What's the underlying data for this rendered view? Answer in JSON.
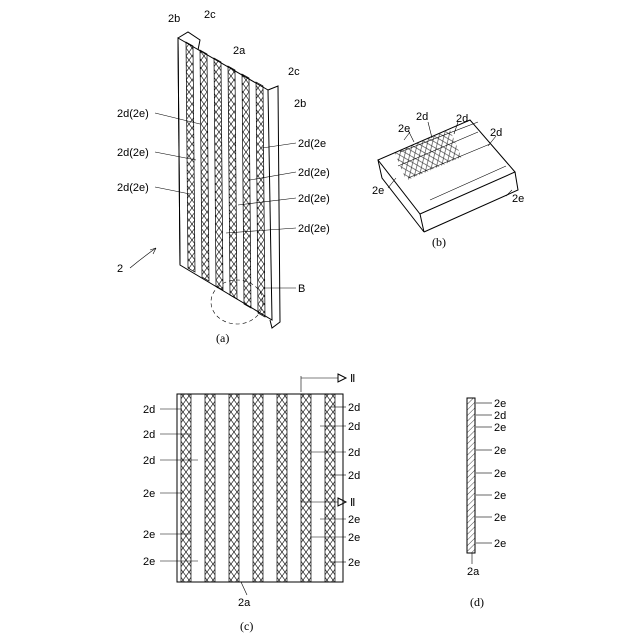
{
  "fig_a": {
    "caption": "(a)",
    "labels": {
      "top_2b": "2b",
      "top_2c": "2c",
      "mid_2a": "2a",
      "right_2c": "2c",
      "right_2b": "2b",
      "left1": "2d(2e)",
      "left2": "2d(2e)",
      "left3": "2d(2e)",
      "right1": "2d(2e",
      "right2": "2d(2e)",
      "right3": "2d(2e)",
      "right4": "2d(2e)",
      "ref": "2",
      "detail": "B"
    }
  },
  "fig_b": {
    "caption": "(b)",
    "labels": {
      "l1": "2d",
      "l2": "2d",
      "l3": "2d",
      "l4": "2e",
      "l5": "2e",
      "l6": "2e"
    }
  },
  "fig_c": {
    "caption": "(c)",
    "section_top": "Ⅱ",
    "section_bottom": "Ⅱ",
    "bottom": "2a",
    "left": [
      "2d",
      "2d",
      "2d",
      "2e",
      "2e",
      "2e"
    ],
    "right": [
      "2d",
      "2d",
      "2d",
      "2d",
      "2e",
      "2e",
      "2e"
    ]
  },
  "fig_d": {
    "caption": "(d)",
    "bottom": "2a",
    "labels": [
      "2e",
      "2d",
      "2e",
      "2e",
      "2e",
      "2e",
      "2e",
      "2e"
    ]
  }
}
